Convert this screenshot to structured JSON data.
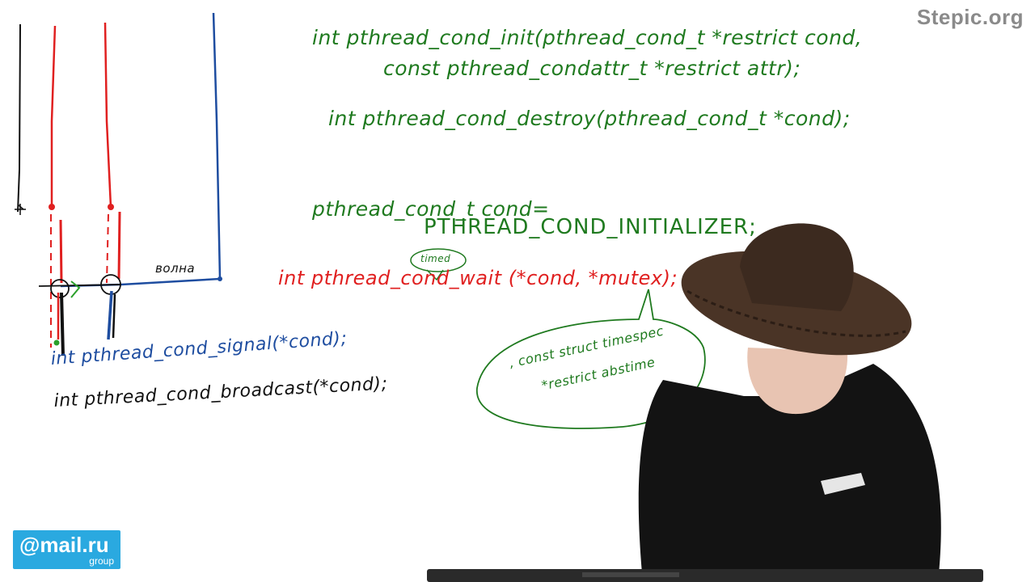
{
  "watermark": "Stepic.org",
  "logo": {
    "main": "@mail.ru",
    "sub": "group"
  },
  "board": {
    "fn_init_line1": "int pthread_cond_init(pthread_cond_t *restrict cond,",
    "fn_init_line2": "const pthread_condattr_t *restrict attr);",
    "fn_destroy": "int pthread_cond_destroy(pthread_cond_t *cond);",
    "static_decl": "pthread_cond_t cond=",
    "static_init": "PTHREAD_COND_INITIALIZER;",
    "fn_wait": "int pthread_cond_wait (*cond, *mutex);",
    "timed_note": "timed",
    "timed_arg_line1": ", const struct timespec",
    "timed_arg_line2": "*restrict abstime",
    "wakeup_label": "волна",
    "fn_signal": "int pthread_cond_signal(*cond);",
    "fn_broadcast": "int pthread_cond_broadcast(*cond);"
  },
  "colors": {
    "green": "#1f7a1f",
    "red": "#e02020",
    "blue": "#1e4da0",
    "black": "#111111",
    "logo": "#2aa9e0"
  }
}
